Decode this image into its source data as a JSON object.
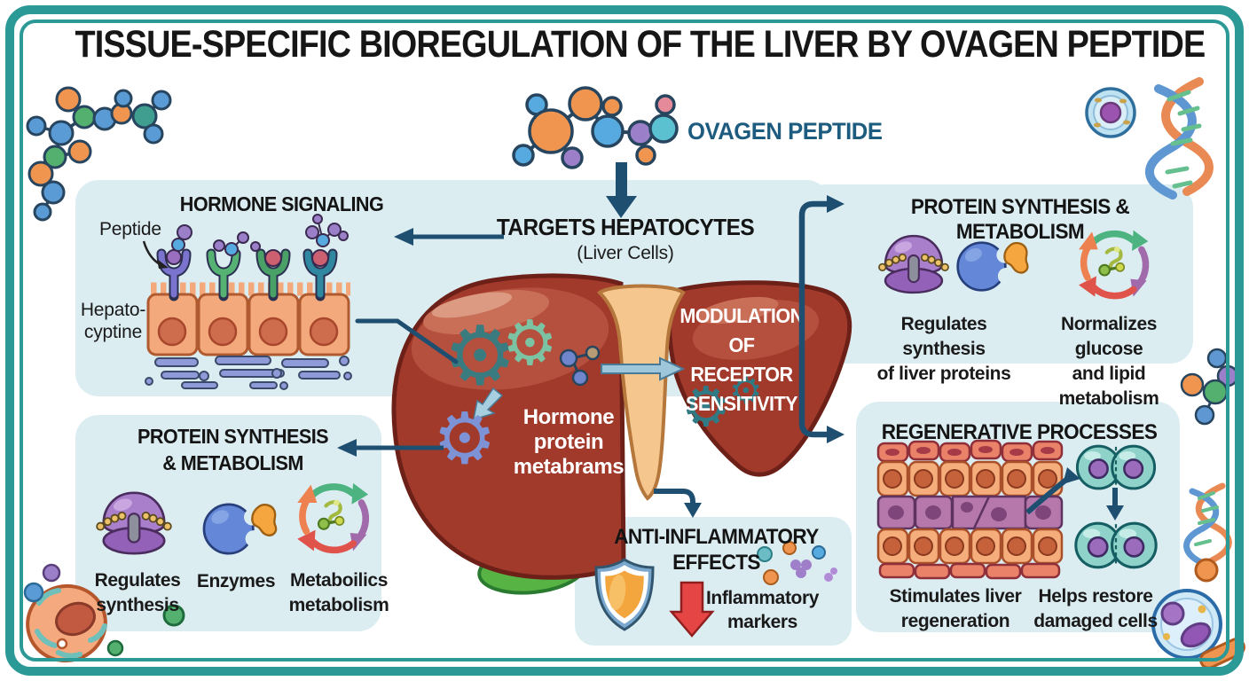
{
  "title": "TISSUE-SPECIFIC BIOREGULATION OF THE LIVER BY OVAGEN PEPTIDE",
  "peptide": {
    "label": "OVAGEN PEPTIDE"
  },
  "targets": {
    "line1": "TARGETS HEPATOCYTES",
    "line2": "(Liver Cells)"
  },
  "hormone_signaling": {
    "heading": "HORMONE SIGNALING",
    "peptide_label": "Peptide",
    "cell_label_line1": "Hepato-",
    "cell_label_line2": "cyptine"
  },
  "liver": {
    "gears_text_line1": "Hormone",
    "gears_text_line2": "protein",
    "gears_text_line3": "metabrams",
    "modulation_line1": "MODULATION OF",
    "modulation_line2": "RECEPTOR",
    "modulation_line3": "SENSITIVITY"
  },
  "protein_metabolism_right": {
    "heading": "PROTEIN SYNTHESIS & METABOLISM",
    "caption1_line1": "Regulates synthesis",
    "caption1_line2": "of liver proteins",
    "caption2_line1": "Normalizes glucose",
    "caption2_line2": "and lipid metabolism"
  },
  "protein_metabolism_left": {
    "heading_line1": "PROTEIN SYNTHESIS",
    "heading_line2": "& METABOLISM",
    "caption1_line1": "Regulates",
    "caption1_line2": "synthesis",
    "caption2": "Enzymes",
    "caption3_line1": "Metaboilics",
    "caption3_line2": "metabolism"
  },
  "anti_inflammatory": {
    "heading_line1": "ANTI-INFLAMMATORY",
    "heading_line2": "EFFECTS",
    "marker_line1": "Inflammatory",
    "marker_line2": "markers"
  },
  "regenerative": {
    "heading": "REGENERATIVE PROCESSES",
    "caption1_line1": "Stimulates liver",
    "caption1_line2": "regeneration",
    "caption2_line1": "Helps restore",
    "caption2_line2": "damaged cells"
  },
  "colors": {
    "frame": "#2b9a96",
    "panel": "#dcedf2",
    "arrow": "#1e4e70",
    "peptide_text": "#1d5c7e",
    "liver": "#a23a2c",
    "liver_outline": "#6c2018",
    "ligament": "#f5c78e",
    "gallbladder": "#58b345",
    "shield": "#f3a63e",
    "red_arrow": "#e64545"
  }
}
